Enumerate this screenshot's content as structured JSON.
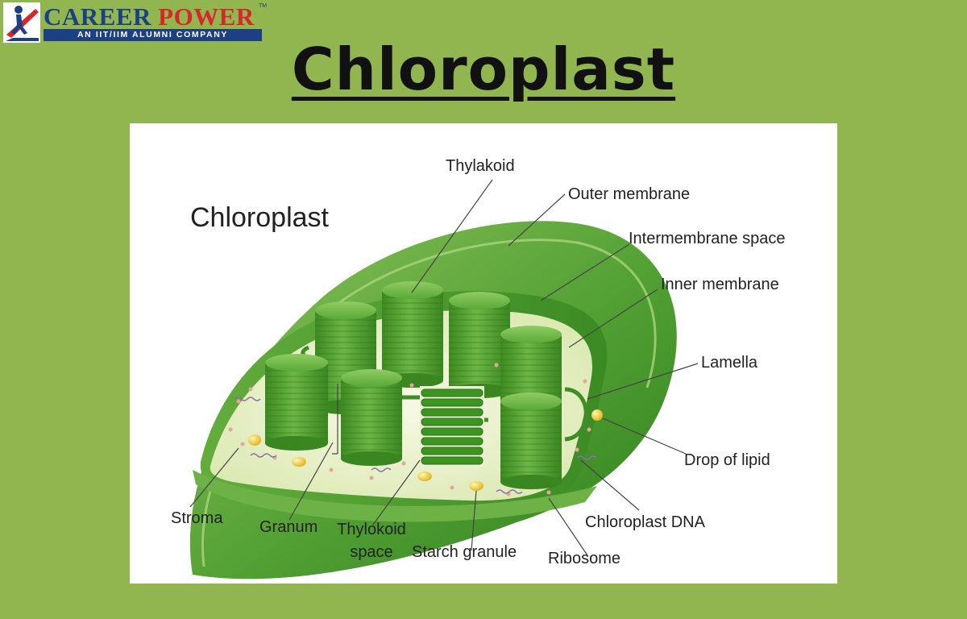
{
  "brand": {
    "name_part1": "CAREER ",
    "name_part2": "POWER",
    "trademark": "TM",
    "tagline": "AN IIT/IIM ALUMNI COMPANY",
    "colors": {
      "navy": "#1d3f86",
      "red": "#d9262a"
    }
  },
  "page": {
    "title": "Chloroplast",
    "background_color": "#92b64f"
  },
  "diagram": {
    "title": "Chloroplast",
    "labels": {
      "thylakoid": "Thylakoid",
      "outer_membrane": "Outer membrane",
      "intermembrane_space": "Intermembrane space",
      "inner_membrane": "Inner membrane",
      "lamella": "Lamella",
      "drop_of_lipid": "Drop of lipid",
      "chloroplast_dna": "Chloroplast DNA",
      "ribosome": "Ribosome",
      "starch_granule": "Starch granule",
      "thylakoid_space_line1": "Thylokoid",
      "thylakoid_space_line2": "space",
      "granum": "Granum",
      "stroma": "Stroma"
    },
    "colors": {
      "outer_green": "#52a033",
      "dark_green": "#2f7f1f",
      "stroma": "#eef3cf",
      "granum_green": "#4d9b2c"
    }
  }
}
